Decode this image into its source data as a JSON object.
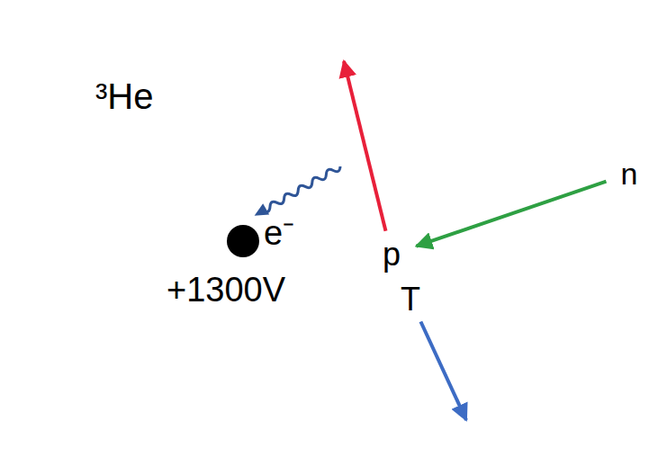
{
  "diagram": {
    "nodes": [
      {
        "text": [
          "³He"
        ]
      },
      {
        "text": [
          "p"
        ],
        "in": 0
      },
      {
        "text": [
          "T"
        ],
        "in": 0
      },
      {
        "text": [
          "n"
        ]
      }
    ],
    "edges": [
      {
        "from": 3,
        "to": 1,
        "arrow": "to"
      }
    ],
    "labels": [
      "e⁻",
      "+1300V"
    ]
  }
}
